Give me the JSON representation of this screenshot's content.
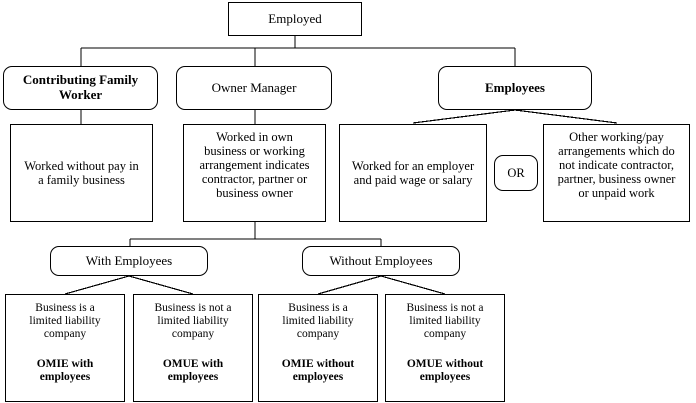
{
  "diagram": {
    "title_node": {
      "label": "Employed"
    },
    "categories": [
      {
        "id": "cfw",
        "label": "Contributing Family Worker",
        "bold": true
      },
      {
        "id": "om",
        "label": "Owner Manager",
        "bold": false
      },
      {
        "id": "emp",
        "label": "Employees",
        "bold": true
      }
    ],
    "definitions": [
      {
        "id": "cfw-def",
        "lines": [
          "Worked without pay in",
          "a family business"
        ]
      },
      {
        "id": "om-def",
        "lines": [
          "Worked in own",
          "business or working",
          "arrangement indicates",
          "contractor, partner or",
          "business owner"
        ]
      },
      {
        "id": "emp-def-1",
        "lines": [
          "Worked for an employer",
          "and paid wage or salary"
        ]
      },
      {
        "id": "emp-def-2",
        "lines": [
          "Other working/pay",
          "arrangements which do",
          "not indicate contractor,",
          "partner, business owner",
          "or unpaid work"
        ]
      }
    ],
    "connector": {
      "label": "OR"
    },
    "employee_split": [
      {
        "id": "with-emp",
        "label": "With Employees"
      },
      {
        "id": "without-emp",
        "label": "Without Employees"
      }
    ],
    "outcomes": [
      {
        "id": "omie-with",
        "desc": [
          "Business is a",
          "limited liability",
          "company"
        ],
        "code": [
          "OMIE with",
          "employees"
        ]
      },
      {
        "id": "omue-with",
        "desc": [
          "Business is not a",
          "limited liability",
          "company"
        ],
        "code": [
          "OMUE with",
          "employees"
        ]
      },
      {
        "id": "omie-without",
        "desc": [
          "Business is a",
          "limited liability",
          "company"
        ],
        "code": [
          "OMIE without",
          "employees"
        ]
      },
      {
        "id": "omue-without",
        "desc": [
          "Business is not a",
          "limited liability",
          "company"
        ],
        "code": [
          "OMUE without",
          "employees"
        ]
      }
    ],
    "colors": {
      "stroke": "#000000",
      "background": "#ffffff",
      "text": "#000000"
    }
  }
}
